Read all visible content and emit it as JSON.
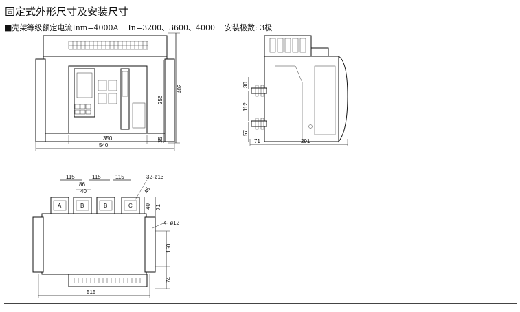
{
  "header": {
    "title": "固定式外形尺寸及安装尺寸",
    "bullet": "■",
    "frame_current": "壳架等级额定电流Inm=4000A",
    "rated_currents": "In=3200、3600、4000",
    "poles": "安装极数: 3极"
  },
  "front_view": {
    "dims": {
      "total_height": "402",
      "inner_height": "256",
      "base_offset": "35",
      "inner_width": "350",
      "total_width": "540"
    }
  },
  "side_view": {
    "dims": {
      "top_terminal": "30",
      "terminal_pitch": "112",
      "bottom_terminal": "57",
      "front_depth": "71",
      "body_depth": "291"
    }
  },
  "bottom_view": {
    "terminal_labels": [
      "A",
      "B",
      "B",
      "C"
    ],
    "dims": {
      "pitch_1": "115",
      "pitch_2": "115",
      "pitch_3": "115",
      "busbar_width": "86",
      "hole_spacing": "40",
      "hole_spec": "32-ø13",
      "offset_45": "45",
      "vertical_40": "40",
      "vertical_71": "71",
      "mount_holes": "4- ø12",
      "mount_spacing": "150",
      "bottom_offset": "74",
      "mount_width": "515"
    }
  },
  "colors": {
    "line": "#222222",
    "background": "#ffffff"
  }
}
